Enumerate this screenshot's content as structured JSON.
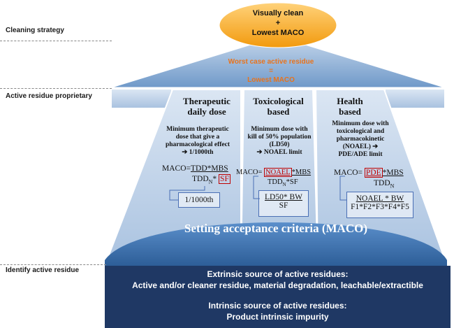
{
  "labels": {
    "cleaning_strategy": "Cleaning strategy",
    "active_residue_proprietary": "Active residue proprietary",
    "identify_active_residue": "Identify active residue"
  },
  "oval": {
    "line1": "Visually clean",
    "line2": "+",
    "line3": "Lowest MACO"
  },
  "roof": {
    "line1": "Worst case active residue",
    "line2": "=",
    "line3": "Lowest MACO"
  },
  "columns": [
    {
      "title1": "Therapeutic",
      "title2": "daily dose",
      "desc1": "Minimum therapeutic",
      "desc2": "dose that give a",
      "desc3": "pharmacological effect",
      "desc4": "➔ 1/1000th",
      "formula_prefix": "MACO=",
      "formula_num": "TDD*MBS",
      "formula_den": "TDD",
      "formula_den_sub": "N",
      "formula_den_mid": "*",
      "formula_highlight": "SF",
      "box_text": "1/1000th"
    },
    {
      "title1": "Toxicological",
      "title2": "based",
      "desc1": "Minimum dose with",
      "desc2": "kill of 50% population",
      "desc3": "(LD50)",
      "desc4": "➔ NOAEL limit",
      "formula_prefix": "MACO=",
      "formula_highlight": "NOAEL",
      "formula_num_rest": "*MBS",
      "formula_den": "TDD",
      "formula_den_sub": "N",
      "formula_den_rest": "*SF",
      "box_num": "LD50* BW",
      "box_den": "SF"
    },
    {
      "title1": "Health",
      "title2": "based",
      "desc1": "Minimum dose with",
      "desc2": "toxicological and",
      "desc3": "pharmacokinetic",
      "desc4": "(NOAEL) ➔",
      "desc5": "PDE/ADE limit",
      "formula_prefix": "MACO=",
      "formula_highlight": "PDE",
      "formula_num_rest": "*MBS",
      "formula_den": "TDD",
      "formula_den_sub": "N",
      "box_num": "NOAEL * BW",
      "box_den": "F1*F2*F3*F4*F5"
    }
  ],
  "macro_title": "Setting acceptance criteria (MACO)",
  "bands": {
    "extrinsic_title": "Extrinsic source of active residues:",
    "extrinsic_body": "Active and/or cleaner residue, material degradation, leachable/extractible",
    "intrinsic_title": "Intrinsic source of active residues:",
    "intrinsic_body": "Product intrinsic impurity"
  },
  "colors": {
    "oval": "#f5a623",
    "roof": "#7fa6d3",
    "columns": "#b8cde6",
    "band": "#1f3864",
    "arc": "#3e78b9",
    "highlight": "#c00000",
    "roof_text": "#e8731c"
  }
}
